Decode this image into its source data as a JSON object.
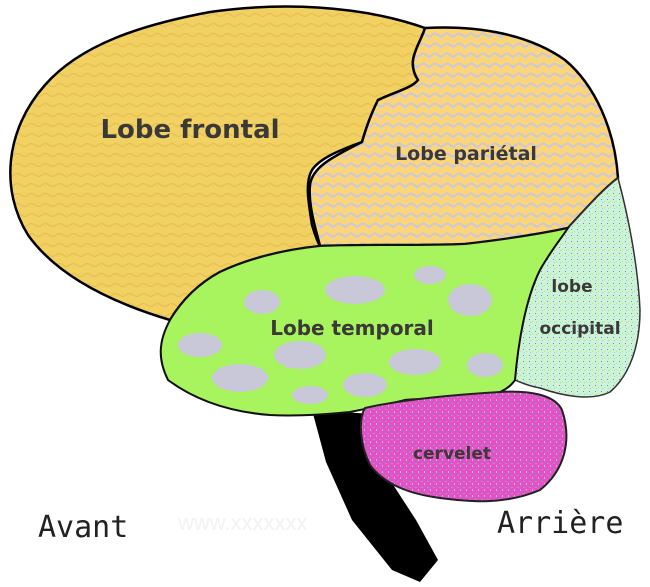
{
  "lobes": {
    "frontal": {
      "label": "Lobe frontal",
      "color": "#f2d163"
    },
    "parietal": {
      "label": "Lobe pariétal",
      "color": "#fcd676"
    },
    "occipital": {
      "label_line1": "lobe",
      "label_line2": "occipital",
      "color": "#c9f4d6"
    },
    "temporal": {
      "label": "Lobe temporal",
      "color": "#a8f45e"
    },
    "cerebellum": {
      "label": "cervelet",
      "color": "#e94fbf"
    }
  },
  "brainstem": {
    "color": "#000000"
  },
  "directions": {
    "front": "Avant",
    "back": "Arrière"
  },
  "watermark": "www.xxxxxxx"
}
